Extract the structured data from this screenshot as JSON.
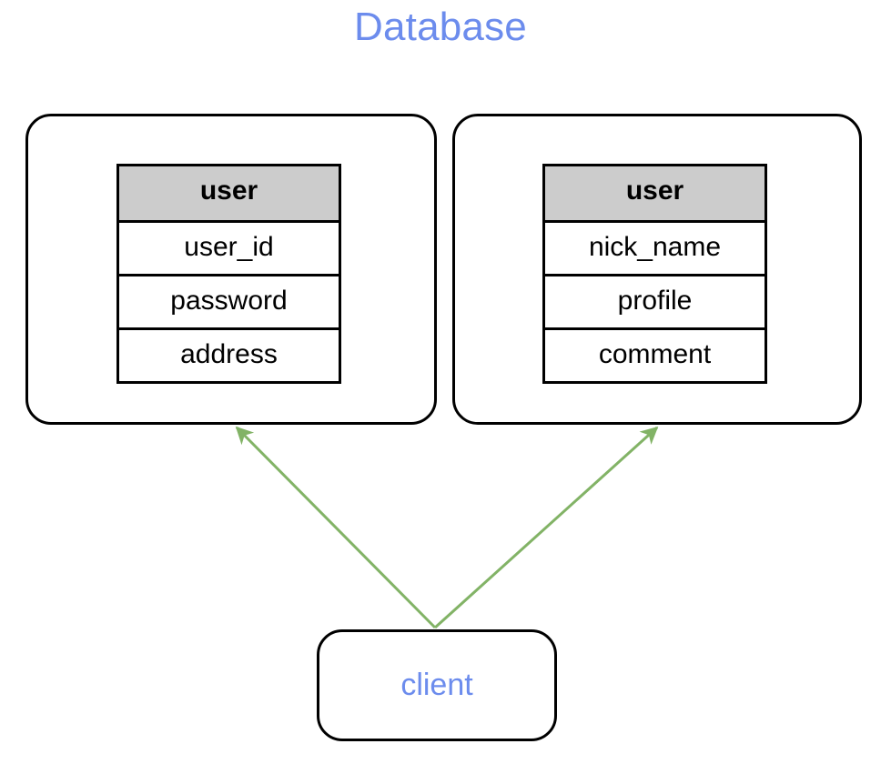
{
  "title": "Database",
  "colors": {
    "title_text": "#6c8ced",
    "client_text": "#6c8ced",
    "node_stroke": "#000000",
    "table_header_fill": "#cccccc",
    "table_fill": "#ffffff",
    "connector_stroke": "#82b366",
    "background": "#ffffff"
  },
  "shards": [
    {
      "id": "shard-left",
      "table": {
        "name": "user",
        "columns": [
          "user_id",
          "password",
          "address"
        ]
      }
    },
    {
      "id": "shard-right",
      "table": {
        "name": "user",
        "columns": [
          "nick_name",
          "profile",
          "comment"
        ]
      }
    }
  ],
  "client": {
    "label": "client"
  },
  "connectors": [
    {
      "id": "client-to-left-shard",
      "from": "client",
      "to": "shard-left",
      "arrow": "to-target",
      "color": "#82b366"
    },
    {
      "id": "client-to-right-shard",
      "from": "client",
      "to": "shard-right",
      "arrow": "to-target",
      "color": "#82b366"
    }
  ]
}
